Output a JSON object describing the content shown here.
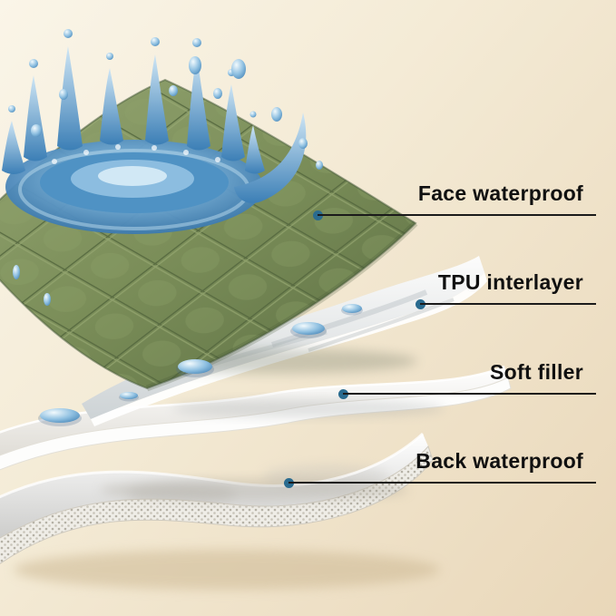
{
  "diagram": {
    "annotations": [
      {
        "label": "Face waterproof"
      },
      {
        "label": "TPU interlayer"
      },
      {
        "label": "Soft filler"
      },
      {
        "label": "Back waterproof"
      }
    ],
    "colors": {
      "background_start": "#faf5e8",
      "background_end": "#e9d7b9",
      "fabric_green": "#7b8e59",
      "fabric_green_dark": "#5c6f43",
      "quilt_stitch": "#55673e",
      "water_blue": "#3c7fb6",
      "water_blue_light": "#bfdff2",
      "sheet_white": "#ffffff",
      "sheet_shadow": "#c9c9c7",
      "callout_dot": "#2a6b8f",
      "callout_line": "#1b1b1b",
      "label_text": "#101010"
    }
  }
}
